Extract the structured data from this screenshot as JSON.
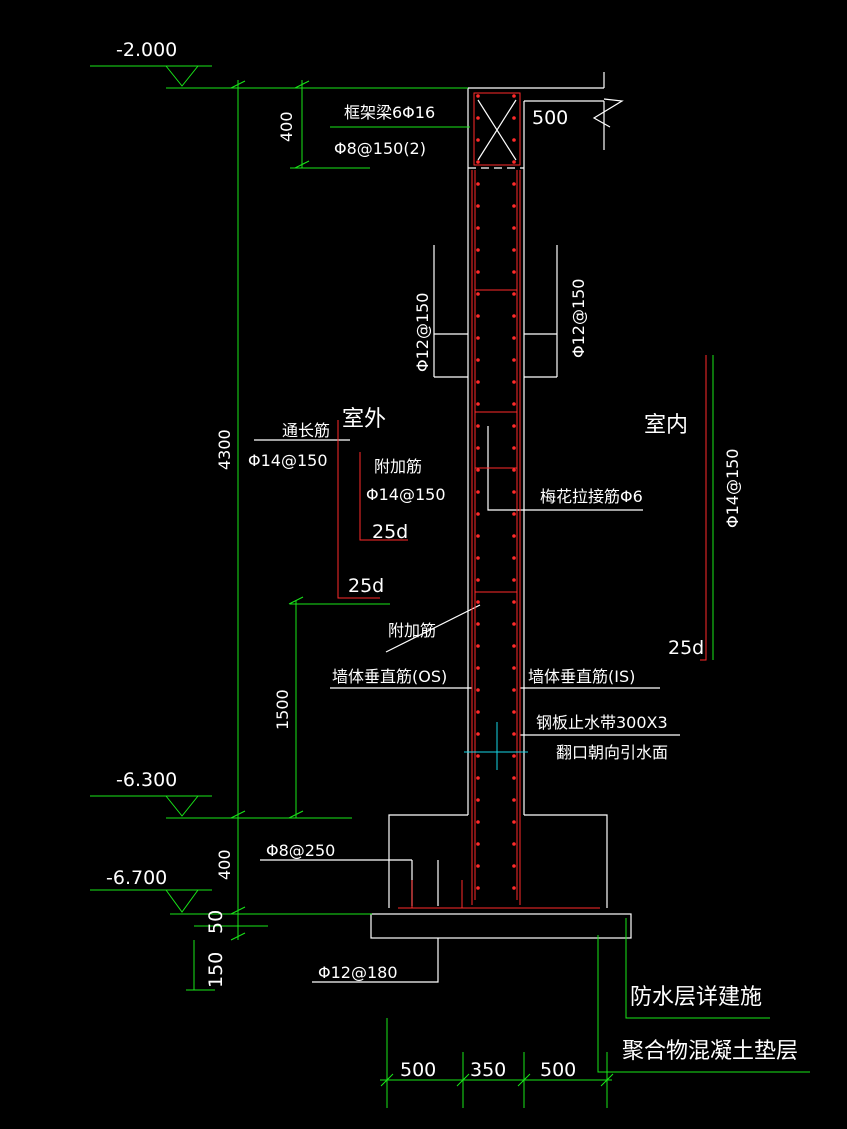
{
  "elevations": [
    "-2.000",
    "-6.300",
    "-6.700"
  ],
  "dimensions": {
    "beam_depth": "400",
    "beam_width": "500",
    "wall_height": "4300",
    "stub_height": "1500",
    "base_height": "400",
    "slab_50": "50",
    "slab_150": "150",
    "bottom": [
      "500",
      "350",
      "500"
    ],
    "anchor_left_1": "25d",
    "anchor_left_2": "25d",
    "anchor_right": "25d"
  },
  "labels": {
    "frame_beam": "框架梁6Φ16",
    "stirrup": "Φ8@150(2)",
    "bar_left": "Φ12@150",
    "bar_right": "Φ12@150",
    "outside": "室外",
    "inside": "室内",
    "continuous_bar": "通长筋",
    "continuous_bar_spec": "Φ14@150",
    "added_bar": "附加筋",
    "added_bar_spec": "Φ14@150",
    "tie_bar": "梅花拉接筋Φ6",
    "inner_vertical_spec": "Φ14@150",
    "added_bar_2": "附加筋",
    "wall_vert_os": "墙体垂直筋(OS)",
    "wall_vert_is": "墙体垂直筋(IS)",
    "waterstop": "钢板止水带300X3",
    "waterstop_note": "翻口朝向引水面",
    "base_bar": "Φ8@250",
    "slab_bar": "Φ12@180",
    "waterproof": "防水层详建施",
    "cushion": "聚合物混凝土垫层"
  }
}
